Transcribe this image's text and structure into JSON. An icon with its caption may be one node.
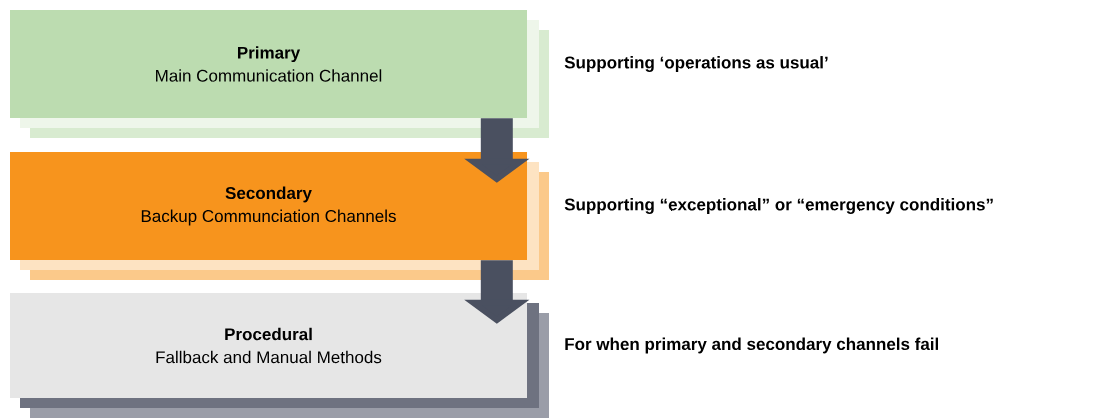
{
  "diagram": {
    "nodes": [
      {
        "text": [
          "Primary",
          "Main Communication Channel"
        ],
        "beside": [
          "Supporting ‘operations as usual’"
        ]
      },
      {
        "text": [
          "Secondary",
          "Backup Communciation Channels"
        ],
        "beside": [
          "Supporting “exceptional” or “emergency conditions”"
        ]
      },
      {
        "text": [
          "Procedural",
          "Fallback and Manual Methods"
        ],
        "beside": [
          "For when primary and secondary channels fail"
        ]
      }
    ],
    "edges": [
      {
        "from": 0,
        "to": 1,
        "arrow": "to"
      },
      {
        "from": 1,
        "to": 2,
        "arrow": "to"
      }
    ]
  }
}
